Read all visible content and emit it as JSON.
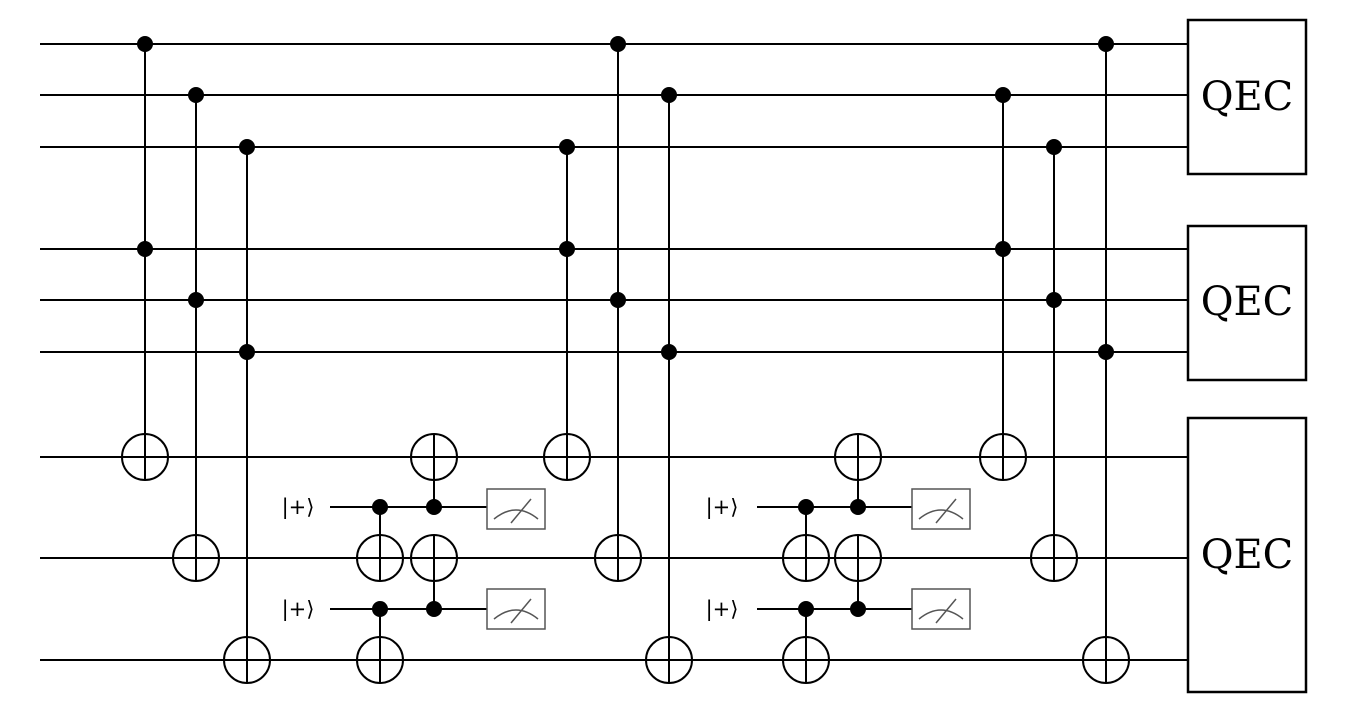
{
  "qec_blocks": [
    {
      "label": "QEC"
    },
    {
      "label": "QEC"
    },
    {
      "label": "QEC"
    }
  ],
  "ancilla_preparations": [
    {
      "label": "|+⟩"
    },
    {
      "label": "|+⟩"
    },
    {
      "label": "|+⟩"
    },
    {
      "label": "|+⟩"
    }
  ],
  "measurements": [
    {
      "icon": "measurement-meter-icon"
    },
    {
      "icon": "measurement-meter-icon"
    },
    {
      "icon": "measurement-meter-icon"
    },
    {
      "icon": "measurement-meter-icon"
    }
  ]
}
